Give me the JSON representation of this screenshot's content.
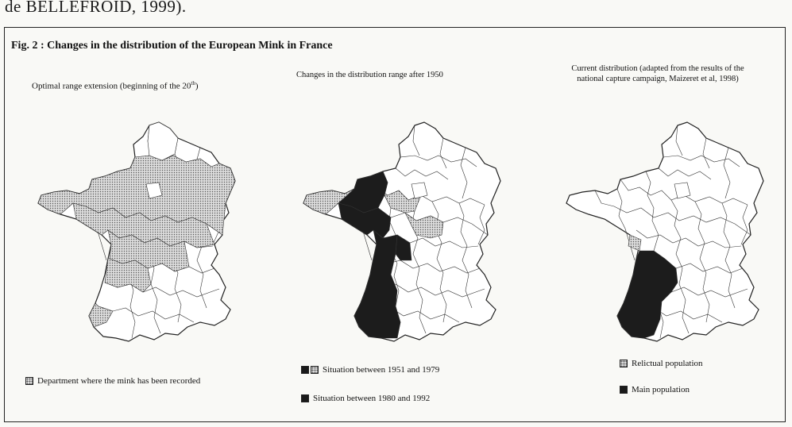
{
  "top_fragment": "de BELLEFROID, 1999).",
  "figure": {
    "title": "Fig. 2 : Changes in the distribution of the European Mink in France"
  },
  "panels": [
    {
      "title": "Optimal range extension (beginning of the 20th)",
      "title_main": "Optimal range extension (beginning of the 20",
      "title_sup": "th",
      "title_end": ")",
      "legend": [
        {
          "swatch": "dotted",
          "label": "Department where the mink has been recorded"
        }
      ]
    },
    {
      "title": "Changes in the distribution range after 1950",
      "legend": [
        {
          "swatch": "solid+dotted",
          "label": "Situation between 1951 and 1979"
        },
        {
          "swatch": "solid",
          "label": "Situation between 1980 and 1992"
        }
      ]
    },
    {
      "title_line1": "Current distribution (adapted from the results of the",
      "title_line2": "national capture campaign, Maizeret et al, 1998)",
      "legend": [
        {
          "swatch": "dotted",
          "label": "Relictual population"
        },
        {
          "swatch": "solid",
          "label": "Main population"
        }
      ]
    }
  ],
  "colors": {
    "solid_fill": "#1a1a1a",
    "dotted_fill": "#cfcfcf",
    "outline": "#222222",
    "background": "#f9f9f6"
  }
}
